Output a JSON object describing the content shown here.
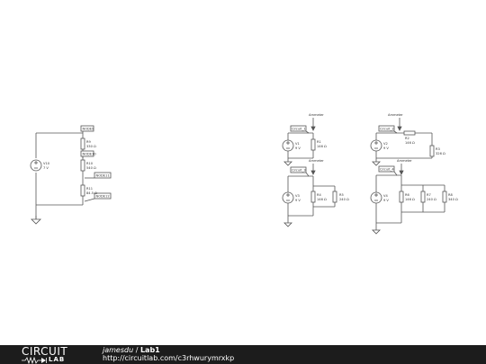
{
  "circuits": {
    "left": {
      "labels": {
        "n9": "NODE9",
        "n10": "NODE10",
        "n11": "NODE11",
        "n12": "NODE12"
      },
      "source": {
        "name": "V10",
        "value": "7 V"
      },
      "resistors": [
        {
          "name": "R9",
          "value": "330 Ω"
        },
        {
          "name": "R10",
          "value": "540 Ω"
        },
        {
          "name": "R11",
          "value": "84.5 Ω"
        }
      ]
    },
    "c1": {
      "label": "Circuit_1",
      "ammeter": "Ammeter",
      "source": {
        "name": "V1",
        "value": "9 V"
      },
      "r": {
        "name": "R1",
        "value": "146 Ω"
      }
    },
    "c2": {
      "label": "Circuit_2",
      "ammeter": "Ammeter",
      "source": {
        "name": "V2",
        "value": "9 V"
      },
      "r1": {
        "name": "R2",
        "value": "146 Ω"
      },
      "r2": {
        "name": "R3",
        "value": "326 Ω"
      }
    },
    "c3": {
      "label": "Circuit_3",
      "ammeter": "Ammeter",
      "source": {
        "name": "V3",
        "value": "9 V"
      },
      "r1": {
        "name": "R4",
        "value": "146 Ω"
      },
      "r2": {
        "name": "R5",
        "value": "240 Ω"
      }
    },
    "c4": {
      "label": "Circuit_4",
      "ammeter": "Ammeter",
      "source": {
        "name": "V4",
        "value": "9 V"
      },
      "r1": {
        "name": "R6",
        "value": "146 Ω"
      },
      "r2": {
        "name": "R7",
        "value": "240 Ω"
      },
      "r3": {
        "name": "R8",
        "value": "340 Ω"
      }
    }
  },
  "footer": {
    "logo_top": "CIRCUIT",
    "logo_bottom": "LAB",
    "user": "jamesdu",
    "separator": "/",
    "title": "Lab1",
    "url": "http://circuitlab.com/c3rhwurymrxkp"
  }
}
